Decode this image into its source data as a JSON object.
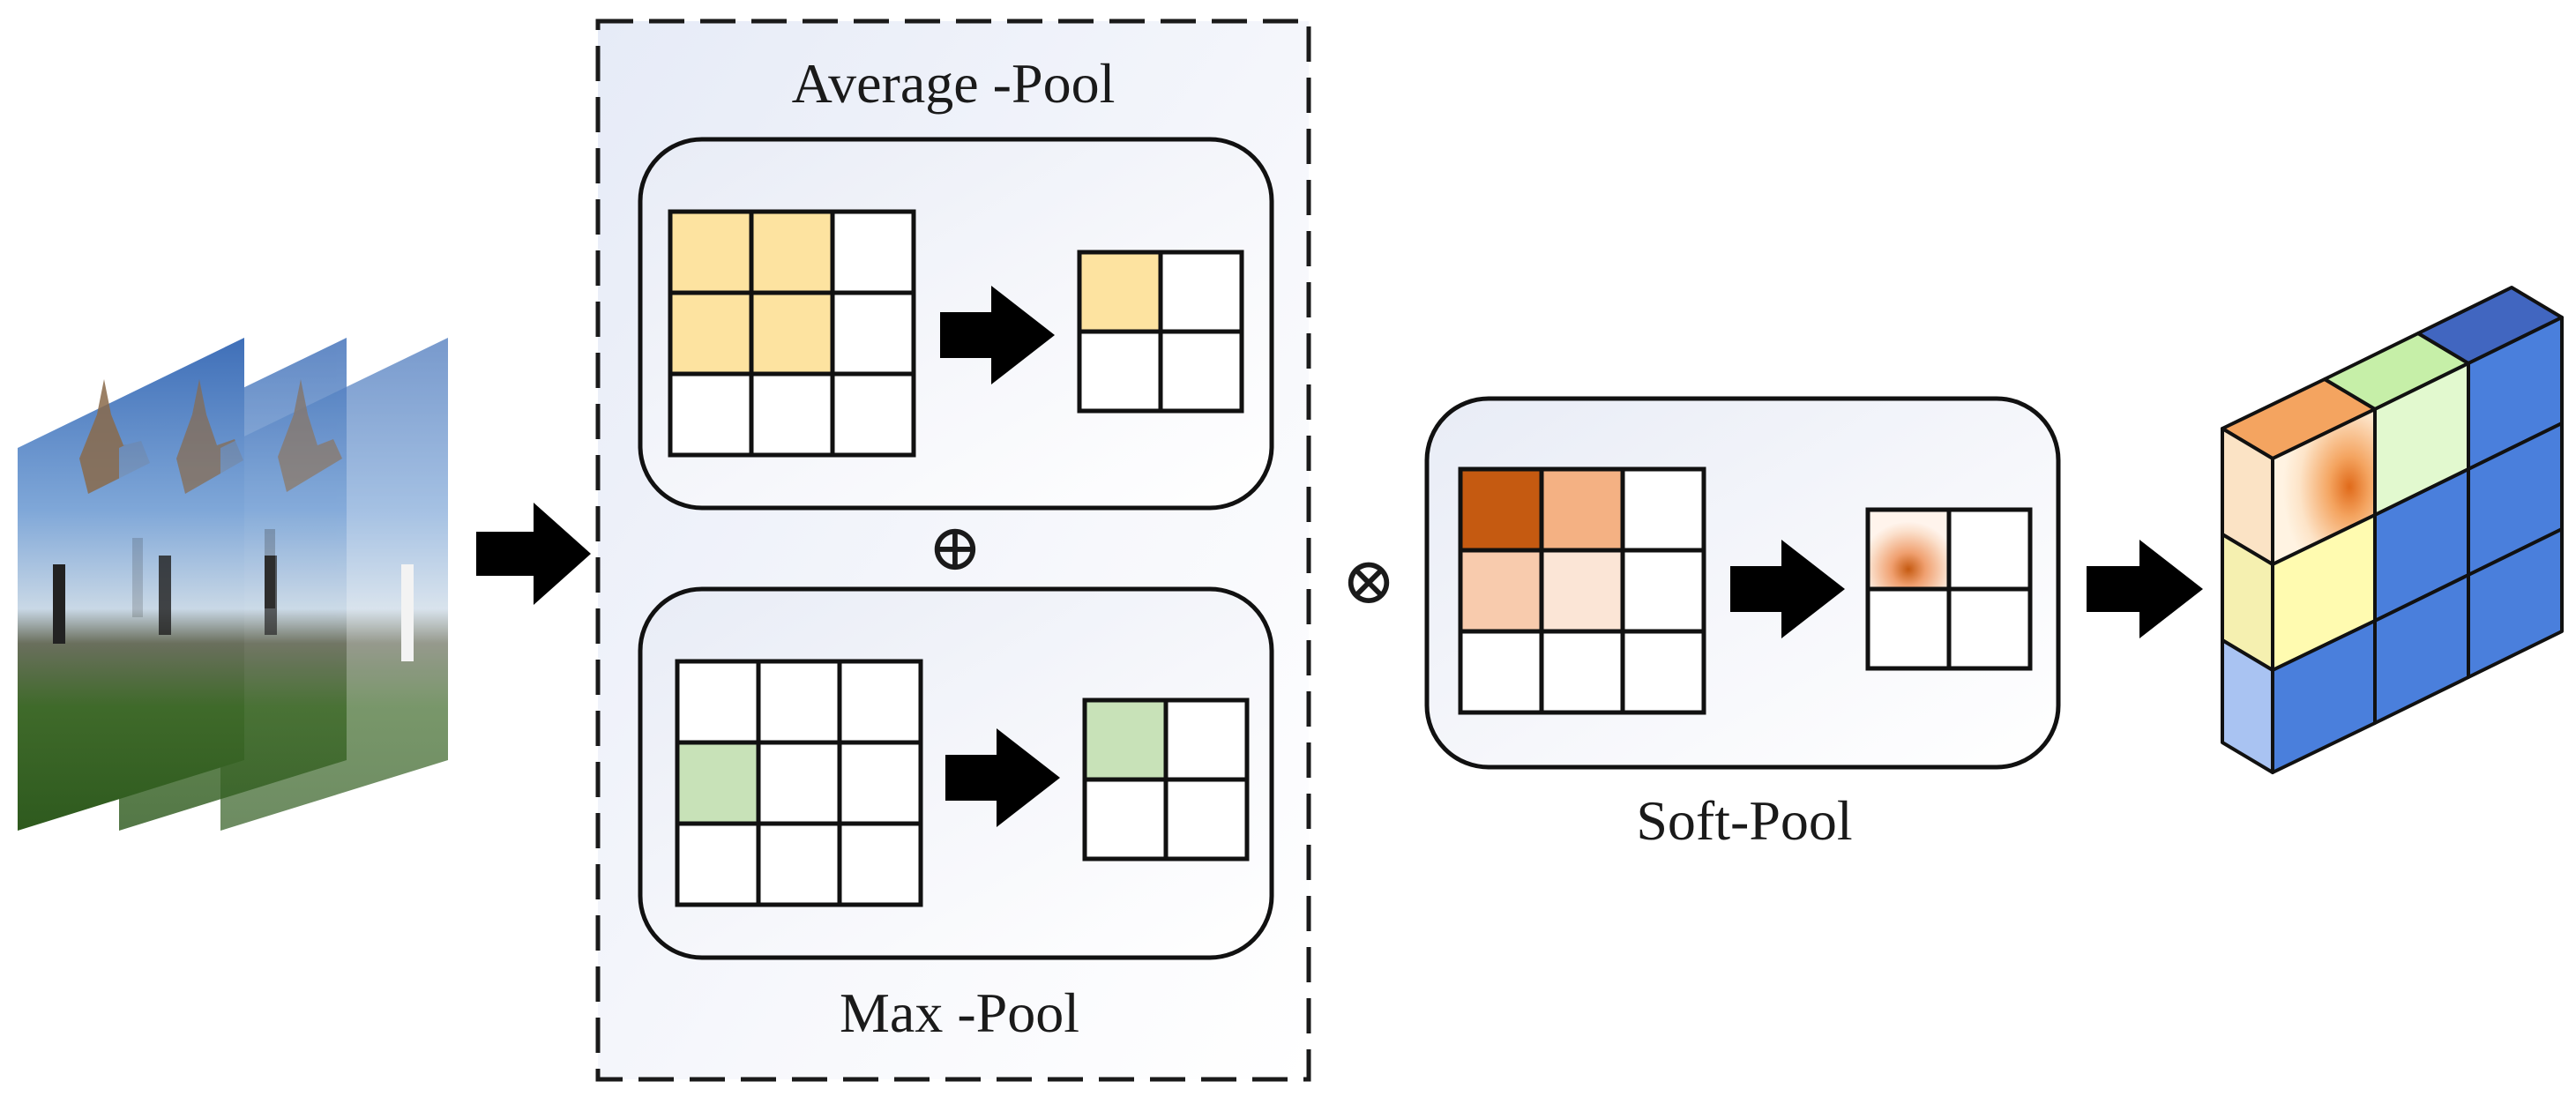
{
  "labels": {
    "average_pool": "Average -Pool",
    "max_pool": "Max -Pool",
    "soft_pool": "Soft-Pool",
    "add_operator": "⊕",
    "multiply_operator": "⊗"
  },
  "colors": {
    "average_highlight": "#fde3a0",
    "max_highlight": "#c8e2b8",
    "soft_dark": "#c55a11",
    "soft_mid": "#f4b183",
    "soft_light": "#f8cbad",
    "soft_pale": "#fbe5d6",
    "cube_orange": "#f4a460",
    "cube_green": "#c6efa8",
    "cube_blue": "#4a7fdc",
    "cube_yellow": "#fff8a8",
    "panel_border": "#111111",
    "arrow": "#000000"
  },
  "icons": {
    "input": "video-frames-stack-icon",
    "output": "feature-cube-icon",
    "flow": "right-arrow-icon"
  },
  "grids": {
    "average_input_highlight": [
      [
        1,
        1,
        0
      ],
      [
        1,
        1,
        0
      ],
      [
        0,
        0,
        0
      ]
    ],
    "average_output_highlight": [
      [
        1,
        0
      ],
      [
        0,
        0
      ]
    ],
    "max_input_highlight": [
      [
        0,
        0,
        0
      ],
      [
        1,
        0,
        0
      ],
      [
        0,
        0,
        0
      ]
    ],
    "max_output_highlight": [
      [
        1,
        0
      ],
      [
        0,
        0
      ]
    ],
    "soft_input_intensity": [
      [
        3,
        2,
        0
      ],
      [
        1,
        0.5,
        0
      ],
      [
        0,
        0,
        0
      ]
    ]
  }
}
